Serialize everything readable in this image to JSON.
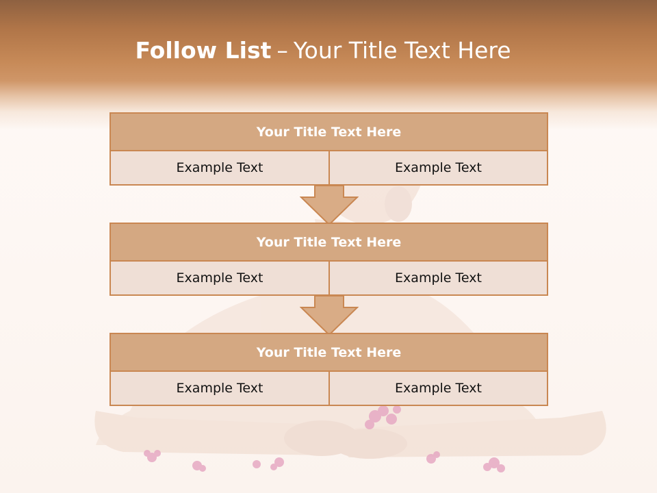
{
  "slide": {
    "title_strong": "Follow List",
    "title_separator": "–",
    "title_rest": "Your Title Text Here"
  },
  "steps": [
    {
      "title": "Your Title Text Here",
      "left": "Example Text",
      "right": "Example Text"
    },
    {
      "title": "Your Title Text Here",
      "left": "Example Text",
      "right": "Example Text"
    },
    {
      "title": "Your Title Text Here",
      "left": "Example Text",
      "right": "Example Text"
    }
  ],
  "colors": {
    "header_brown": "#b07548",
    "box_title_fill": "#d4a882",
    "box_cell_fill": "#efdfd6",
    "box_border": "#c98752",
    "arrow_fill": "#d9ac86"
  }
}
